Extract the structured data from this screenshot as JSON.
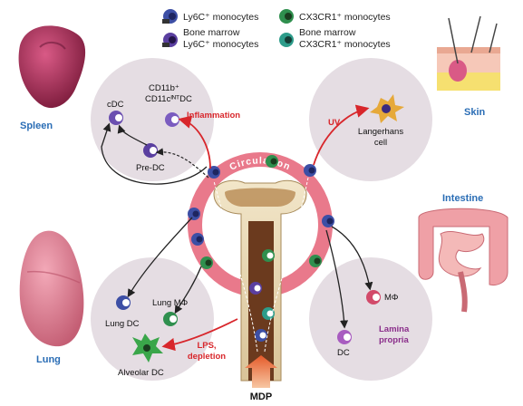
{
  "legend": {
    "ly6c": "Ly6C⁺ monocytes",
    "cx3cr1": "CX3CR1⁺ monocytes",
    "bm_ly6c_1": "Bone marrow",
    "bm_ly6c_2": "Ly6C⁺ monocytes",
    "bm_cx3cr1_1": "Bone marrow",
    "bm_cx3cr1_2": "CX3CR1⁺ monocytes"
  },
  "organs": {
    "spleen": "Spleen",
    "skin": "Skin",
    "intestine": "Intestine",
    "lung": "Lung"
  },
  "spleen_panel": {
    "cdc": "cDC",
    "cd11b_1": "CD11b⁺",
    "cd11b_2": "CD11cᴵᴺᵀDC",
    "predc": "Pre-DC"
  },
  "skin_panel": {
    "langerhans_1": "Langerhans",
    "langerhans_2": "cell"
  },
  "gut_panel": {
    "mphi": "MΦ",
    "dc": "DC",
    "lamina_1": "Lamina",
    "lamina_2": "propria"
  },
  "lung_panel": {
    "lungdc": "Lung DC",
    "lungmphi": "Lung MΦ",
    "alveolar": "Alveolar DC"
  },
  "arrows": {
    "inflammation": "Inflammation",
    "uv": "UV",
    "lps_1": "LPS,",
    "lps_2": "depletion"
  },
  "circulation": "Circulation",
  "mdp": "MDP",
  "colors": {
    "red": "#d8262b",
    "pink_ring": "#e9798b",
    "panel": "#e5dde3",
    "organ_label": "#2a6db5",
    "lamina": "#8a2d8a"
  }
}
